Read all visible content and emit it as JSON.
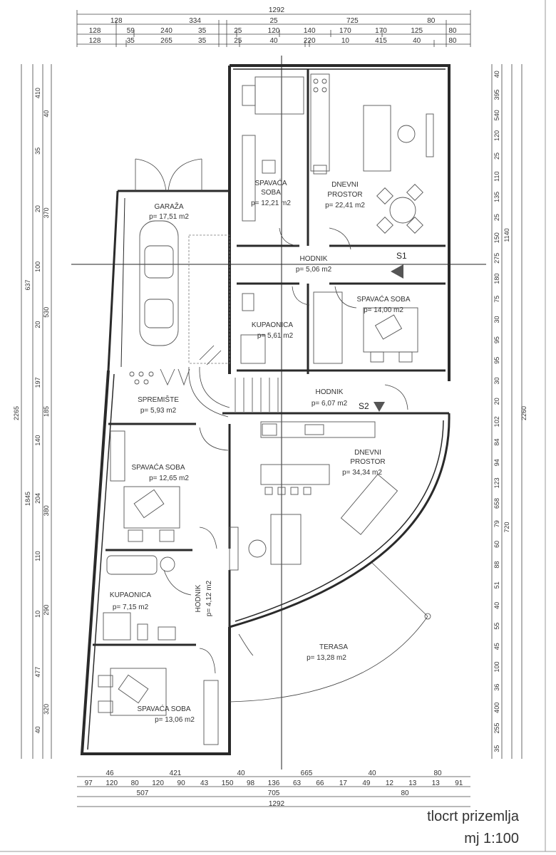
{
  "dims_top": {
    "total": "1292",
    "row1": [
      "128",
      "334",
      "25",
      "725",
      "80"
    ],
    "row2": [
      "128",
      "59",
      "240",
      "35",
      "25",
      "120",
      "140",
      "170",
      "170",
      "125",
      "80"
    ],
    "row3": [
      "128",
      "35",
      "265",
      "35",
      "25",
      "40",
      "220",
      "10",
      "415",
      "40",
      "80"
    ]
  },
  "dims_bottom": {
    "row1": [
      "46",
      "421",
      "40",
      "665",
      "40",
      "80"
    ],
    "row2": [
      "97",
      "120",
      "80",
      "120",
      "90",
      "43",
      "150",
      "98",
      "136",
      "63",
      "66",
      "17",
      "49",
      "12",
      "13",
      "13",
      "91"
    ],
    "row3": [
      "507",
      "705",
      "80"
    ],
    "total": "1292"
  },
  "dims_left": {
    "total": "2265",
    "col_mid": [
      "637",
      "1845"
    ],
    "col_a": [
      "410",
      "35",
      "20",
      "100",
      "20",
      "197",
      "140",
      "204",
      "110",
      "10",
      "477",
      "40"
    ],
    "col_b": [
      "40",
      "370",
      "530",
      "185",
      "380",
      "290",
      "320"
    ]
  },
  "dims_right": {
    "total": "2260",
    "col_mid": [
      "1140",
      "720"
    ],
    "col_a": [
      "40",
      "395",
      "540",
      "120",
      "25",
      "110",
      "135",
      "25",
      "150",
      "275",
      "180",
      "75",
      "30",
      "95",
      "95",
      "30",
      "20",
      "102",
      "84",
      "94",
      "123",
      "658",
      "79",
      "60",
      "88",
      "51",
      "40",
      "55",
      "45",
      "100",
      "36",
      "400",
      "255",
      "35"
    ]
  },
  "rooms": {
    "garaza": {
      "name": "GARAŽA",
      "area": "p= 17,51 m2"
    },
    "spavaca1": {
      "name1": "SPAVAĆA",
      "name2": "SOBA",
      "area": "p= 12,21 m2"
    },
    "dnevni1": {
      "name1": "DNEVNI",
      "name2": "PROSTOR",
      "area": "p= 22,41 m2"
    },
    "hodnik1": {
      "name": "HODNIK",
      "area": "p= 5,06 m2"
    },
    "kupaonica1": {
      "name": "KUPAONICA",
      "area": "p= 5,61 m2"
    },
    "spavaca2": {
      "name": "SPAVAĆA SOBA",
      "area": "p= 14,00 m2"
    },
    "spremiste": {
      "name": "SPREMIŠTE",
      "area": "p= 5,93 m2"
    },
    "hodnik2": {
      "name": "HODNIK",
      "area": "p= 6,07 m2"
    },
    "dnevni2": {
      "name1": "DNEVNI",
      "name2": "PROSTOR",
      "area": "p= 34,34 m2"
    },
    "spavaca3": {
      "name": "SPAVAĆA SOBA",
      "area": "p= 12,65 m2"
    },
    "kupaonica2": {
      "name": "KUPAONICA",
      "area": "p= 7,15 m2"
    },
    "hodnik3": {
      "name": "HODNIK",
      "area": "p= 4,12 m2"
    },
    "terasa": {
      "name": "TERASA",
      "area": "p= 13,28 m2"
    },
    "spavaca4": {
      "name": "SPAVAĆA SOBA",
      "area": "p= 13,06 m2"
    }
  },
  "sections": {
    "s1": "S1",
    "s2": "S2"
  },
  "caption": {
    "title": "tlocrt prizemlja",
    "scale": "mj 1:100"
  }
}
